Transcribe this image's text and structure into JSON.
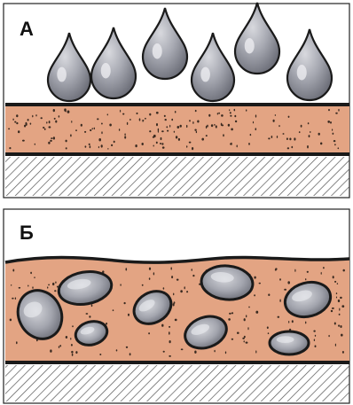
{
  "panels": [
    {
      "id": "a",
      "label": "А"
    },
    {
      "id": "b",
      "label": "Б"
    }
  ],
  "colors": {
    "soil": "#e3a483",
    "soil_speck": "#3a2a20",
    "drop_fill": "#a9abb4",
    "drop_dark": "#6e707a",
    "outline": "#1a1a1a",
    "border_top": "#c43a32",
    "hatch": "#555555"
  }
}
